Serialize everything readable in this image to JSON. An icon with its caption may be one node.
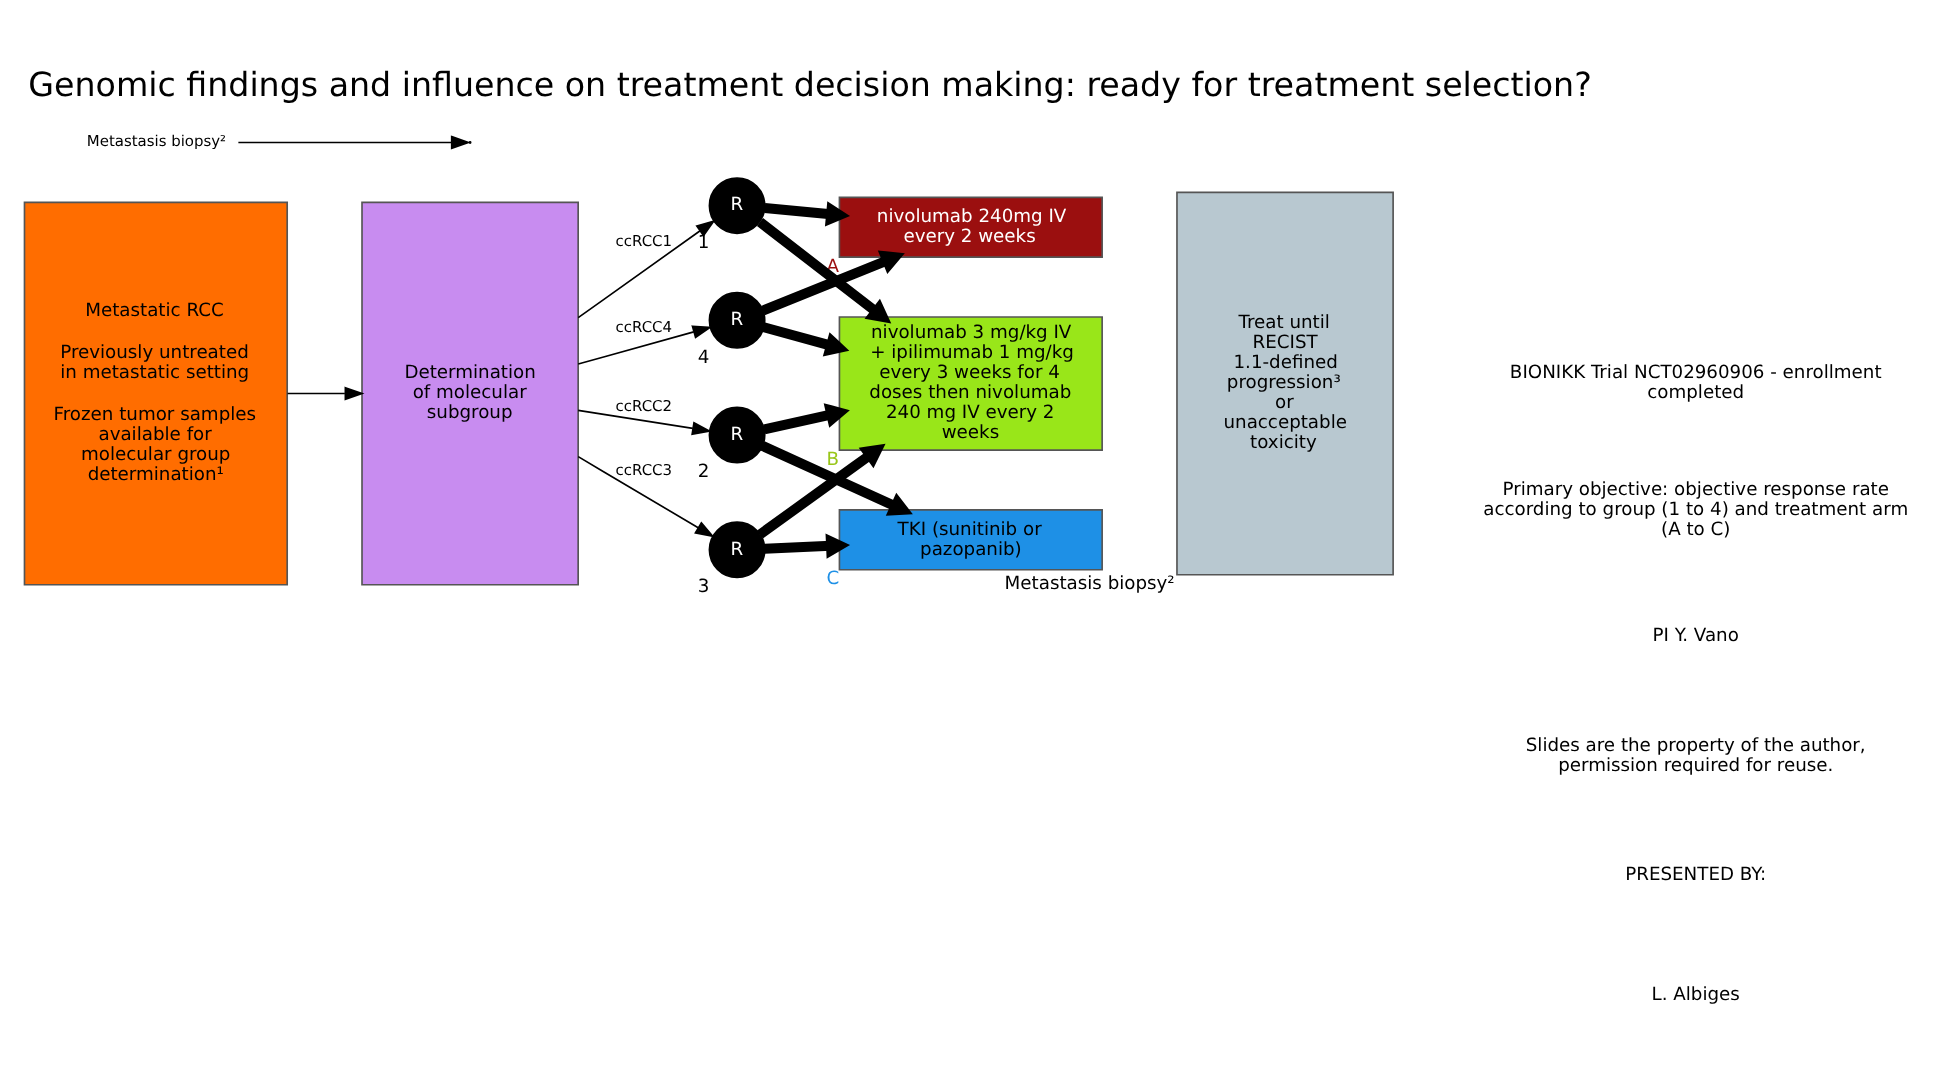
{
  "diagram": {
    "title": "Genomic findings and influence on treatment decision making: ready for treatment selection?",
    "nodes": [
      {
        "text": [
          "Metastatic RCC",
          "Previously untreated in metastatic setting",
          "Frozen tumor samples available for molecular group determination¹"
        ]
      },
      {
        "text": [
          "Metastasis biopsy²"
        ]
      },
      {
        "text": [
          "Determination of molecular subgroup"
        ]
      },
      {
        "text": [
          "R"
        ],
        "beside": [
          "1"
        ]
      },
      {
        "text": [
          "R"
        ],
        "beside": [
          "4"
        ]
      },
      {
        "text": [
          "R"
        ],
        "beside": [
          "2"
        ]
      },
      {
        "text": [
          "R"
        ],
        "beside": [
          "3"
        ]
      },
      {
        "text": [
          "nivolumab 240mg IV every 2 weeks"
        ],
        "beside": [
          "A"
        ]
      },
      {
        "text": [
          "nivolumab 3 mg/kg IV + ipilimumab 1 mg/kg every 3 weeks for 4 doses then nivolumab 240 mg IV every 2 weeks"
        ],
        "beside": [
          "B"
        ]
      },
      {
        "text": [
          "TKI (sunitinib or pazopanib)"
        ],
        "beside": [
          "C"
        ]
      },
      {
        "text": [
          "Treat until RECIST 1.1-defined progression³ or unacceptable toxicity"
        ],
        "beside": [
          "Metastasis biopsy²"
        ]
      }
    ],
    "edges": [
      {
        "from": 1,
        "to": null,
        "arrow": "to"
      },
      {
        "from": 0,
        "to": 2,
        "arrow": "to"
      },
      {
        "from": 2,
        "to": 3,
        "arrow": "to",
        "label": "ccRCC1"
      },
      {
        "from": 2,
        "to": 4,
        "arrow": "to",
        "label": "ccRCC4"
      },
      {
        "from": 2,
        "to": 5,
        "arrow": "to",
        "label": "ccRCC2"
      },
      {
        "from": 2,
        "to": 6,
        "arrow": "to",
        "label": "ccRCC3"
      },
      {
        "from": 3,
        "to": 7,
        "arrow": "to"
      },
      {
        "from": 3,
        "to": 8,
        "arrow": "to"
      },
      {
        "from": 4,
        "to": 7,
        "arrow": "to"
      },
      {
        "from": 4,
        "to": 8,
        "arrow": "to"
      },
      {
        "from": 5,
        "to": 8,
        "arrow": "to"
      },
      {
        "from": 5,
        "to": 9,
        "arrow": "to"
      },
      {
        "from": 6,
        "to": 8,
        "arrow": "to"
      },
      {
        "from": 6,
        "to": 9,
        "arrow": "to"
      }
    ],
    "labels": [
      "BIONIKK Trial NCT02960906 - enrollment completed",
      "Primary objective: objective response rate according to group (1 to 4) and treatment arm (A to C)",
      "PI Y. Vano",
      "Slides are the property of the author, permission required for reuse.",
      "PRESENTED BY:",
      "L. Albiges"
    ]
  }
}
